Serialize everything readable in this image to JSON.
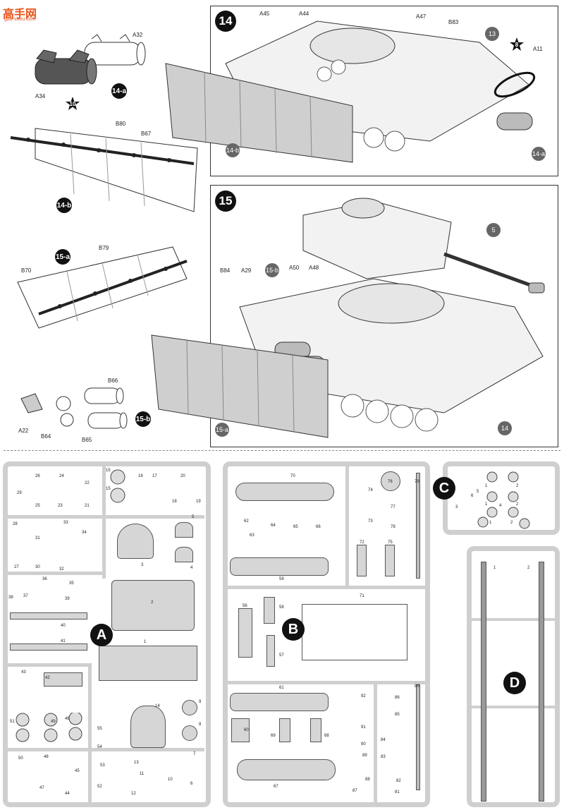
{
  "watermark": {
    "name": "高手网",
    "url": "gao-shou.com"
  },
  "steps": {
    "s14": {
      "number": "14"
    },
    "s15": {
      "number": "15"
    }
  },
  "subassemblies": {
    "a14a": {
      "label": "14-a",
      "parts": [
        "A32",
        "A34"
      ],
      "star": "10"
    },
    "a14b": {
      "label": "14-b",
      "parts": [
        "B80",
        "B67"
      ]
    },
    "a15a": {
      "label": "15-a",
      "parts": [
        "B79",
        "B70"
      ]
    },
    "a15b": {
      "label": "15-b",
      "parts": [
        "B66",
        "A22",
        "B64",
        "B65"
      ]
    }
  },
  "step14_labels": [
    "A45",
    "A44",
    "A47",
    "B83",
    "13",
    "8",
    "A11",
    "14-b",
    "14-a"
  ],
  "step15_labels": [
    "15-b",
    "A50",
    "A48",
    "B84",
    "A29",
    "5",
    "15-a",
    "14"
  ],
  "sprues": {
    "A": {
      "letter": "A"
    },
    "B": {
      "letter": "B"
    },
    "C": {
      "letter": "C"
    },
    "D": {
      "letter": "D"
    }
  },
  "sprueA_numbers": [
    "26",
    "24",
    "22",
    "15",
    "16",
    "17",
    "20",
    "29",
    "25",
    "23",
    "21",
    "15",
    "18",
    "19",
    "28",
    "33",
    "34",
    "5",
    "31",
    "27",
    "30",
    "32",
    "3",
    "4",
    "36",
    "35",
    "38",
    "37",
    "39",
    "2",
    "40",
    "41",
    "1",
    "43",
    "42",
    "14",
    "9",
    "51",
    "49",
    "46",
    "8",
    "55",
    "54",
    "53",
    "7",
    "50",
    "48",
    "45",
    "13",
    "47",
    "44",
    "52",
    "12",
    "11",
    "10",
    "6"
  ],
  "sprueB_numbers": [
    "70",
    "74",
    "76",
    "79",
    "77",
    "62",
    "64",
    "65",
    "66",
    "73",
    "78",
    "63",
    "72",
    "75",
    "59",
    "71",
    "56",
    "58",
    "57",
    "61",
    "92",
    "86",
    "80",
    "85",
    "60",
    "69",
    "68",
    "91",
    "90",
    "84",
    "89",
    "83",
    "88",
    "82",
    "87",
    "81",
    "67"
  ],
  "sprueC_numbers": [
    "1",
    "2",
    "6",
    "5",
    "1",
    "4",
    "2",
    "3",
    "2",
    "1"
  ],
  "sprueD_numbers": [
    "1",
    "2"
  ]
}
